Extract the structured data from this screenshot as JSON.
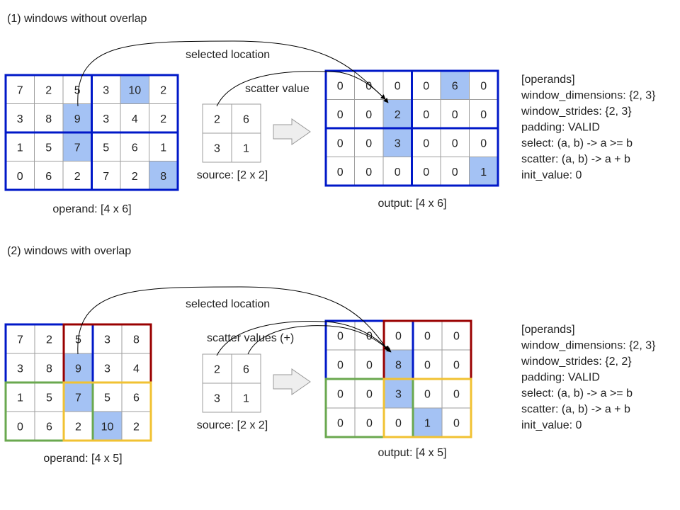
{
  "sections": [
    {
      "title": "(1) windows without overlap",
      "operand": {
        "label": "operand: [4 x 6]",
        "rows": [
          [
            "7",
            "2",
            "5",
            "3",
            "10",
            "2"
          ],
          [
            "3",
            "8",
            "9",
            "3",
            "4",
            "2"
          ],
          [
            "1",
            "5",
            "7",
            "5",
            "6",
            "1"
          ],
          [
            "0",
            "6",
            "2",
            "7",
            "2",
            "8"
          ]
        ],
        "highlight": [
          [
            0,
            4
          ],
          [
            1,
            2
          ],
          [
            2,
            2
          ],
          [
            3,
            5
          ]
        ]
      },
      "source": {
        "label": "source: [2 x 2]",
        "rows": [
          [
            "2",
            "6"
          ],
          [
            "3",
            "1"
          ]
        ]
      },
      "output": {
        "label": "output: [4 x 6]",
        "rows": [
          [
            "0",
            "0",
            "0",
            "0",
            "6",
            "0"
          ],
          [
            "0",
            "0",
            "2",
            "0",
            "0",
            "0"
          ],
          [
            "0",
            "0",
            "3",
            "0",
            "0",
            "0"
          ],
          [
            "0",
            "0",
            "0",
            "0",
            "0",
            "1"
          ]
        ],
        "highlight": [
          [
            0,
            4
          ],
          [
            1,
            2
          ],
          [
            2,
            2
          ],
          [
            3,
            5
          ]
        ]
      },
      "arrow_labels": {
        "selected": "selected location",
        "scatter": "scatter value"
      },
      "operands": [
        "[operands]",
        "window_dimensions: {2, 3}",
        "window_strides: {2, 3}",
        "padding: VALID",
        "select: (a, b) -> a >= b",
        "scatter: (a, b) -> a + b",
        "init_value: 0"
      ]
    },
    {
      "title": "(2) windows with overlap",
      "operand": {
        "label": "operand: [4 x 5]",
        "rows": [
          [
            "7",
            "2",
            "5",
            "3",
            "8"
          ],
          [
            "3",
            "8",
            "9",
            "3",
            "4"
          ],
          [
            "1",
            "5",
            "7",
            "5",
            "6"
          ],
          [
            "0",
            "6",
            "2",
            "10",
            "2"
          ]
        ],
        "highlight": [
          [
            1,
            2
          ],
          [
            2,
            2
          ],
          [
            3,
            3
          ]
        ]
      },
      "source": {
        "label": "source: [2 x 2]",
        "rows": [
          [
            "2",
            "6"
          ],
          [
            "3",
            "1"
          ]
        ]
      },
      "output": {
        "label": "output: [4 x 5]",
        "rows": [
          [
            "0",
            "0",
            "0",
            "0",
            "0"
          ],
          [
            "0",
            "0",
            "8",
            "0",
            "0"
          ],
          [
            "0",
            "0",
            "3",
            "0",
            "0"
          ],
          [
            "0",
            "0",
            "0",
            "1",
            "0"
          ]
        ],
        "highlight": [
          [
            1,
            2
          ],
          [
            2,
            2
          ],
          [
            3,
            3
          ]
        ]
      },
      "arrow_labels": {
        "selected": "selected location",
        "scatter": "scatter values (+)"
      },
      "operands": [
        "[operands]",
        "window_dimensions: {2, 3}",
        "window_strides: {2, 2}",
        "padding: VALID",
        "select: (a, b) -> a >= b",
        "scatter: (a, b) -> a + b",
        "init_value: 0"
      ]
    }
  ],
  "colors": {
    "highlight": "#a4c2f4",
    "grid": "#9e9e9e",
    "blue": "#0018c8",
    "red": "#990000",
    "green": "#6aa84f",
    "yellow": "#f1c232",
    "arrow_fill": "#eeeeee",
    "arrow_stroke": "#999999",
    "text": "#222222"
  }
}
